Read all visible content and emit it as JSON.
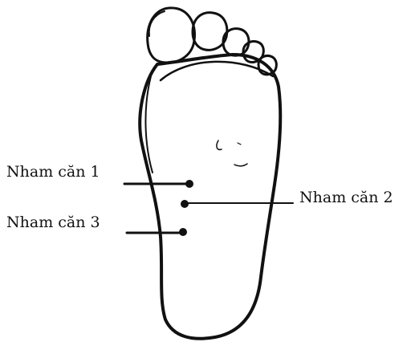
{
  "labels": {
    "point_1": "Nham căn 1",
    "point_2": "Nham căn 2",
    "point_3": "Nham căn 3"
  },
  "colors": {
    "ink": "#111111",
    "background": "#ffffff"
  }
}
